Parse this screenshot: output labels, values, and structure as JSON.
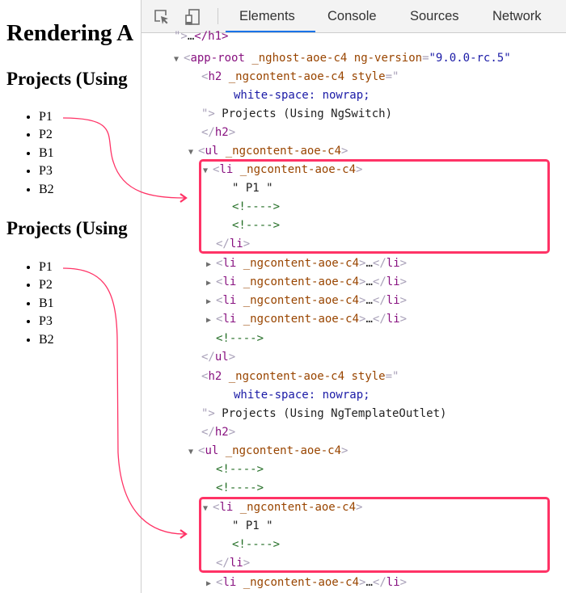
{
  "page": {
    "title": "Rendering A",
    "sections": [
      {
        "heading": "Projects (Using",
        "items": [
          "P1",
          "P2",
          "B1",
          "P3",
          "B2"
        ]
      },
      {
        "heading": "Projects (Using",
        "items": [
          "P1",
          "P2",
          "B1",
          "P3",
          "B2"
        ]
      }
    ]
  },
  "devtools": {
    "toolbar": {
      "inspect_icon": "inspect-element-icon",
      "device_icon": "device-toolbar-icon",
      "tabs": [
        {
          "label": "Elements",
          "active": true
        },
        {
          "label": "Console",
          "active": false
        },
        {
          "label": "Sources",
          "active": false
        },
        {
          "label": "Network",
          "active": false
        }
      ]
    },
    "tree": {
      "h1_close": {
        "quote": "\">",
        "ellipsis": "…",
        "close": "</h1>"
      },
      "app_root": {
        "tag": "app-root",
        "attr1": "_nghost-aoe-c4",
        "attr2": "ng-version",
        "attr2_value": "\"9.0.0-rc.5\""
      },
      "ngcontent_attr": "_ngcontent-aoe-c4",
      "style_attr": "style",
      "style_value": "white-space: nowrap;",
      "h2_1_text": " Projects (Using NgSwitch)",
      "h2_2_text": " Projects (Using NgTemplateOutlet)",
      "li_text": "\" P1 \"",
      "comment": "<!---->",
      "collapsed_li_ellipsis": "…"
    },
    "highlight_color": "#ff3366",
    "accent_color": "#1a73e8"
  }
}
